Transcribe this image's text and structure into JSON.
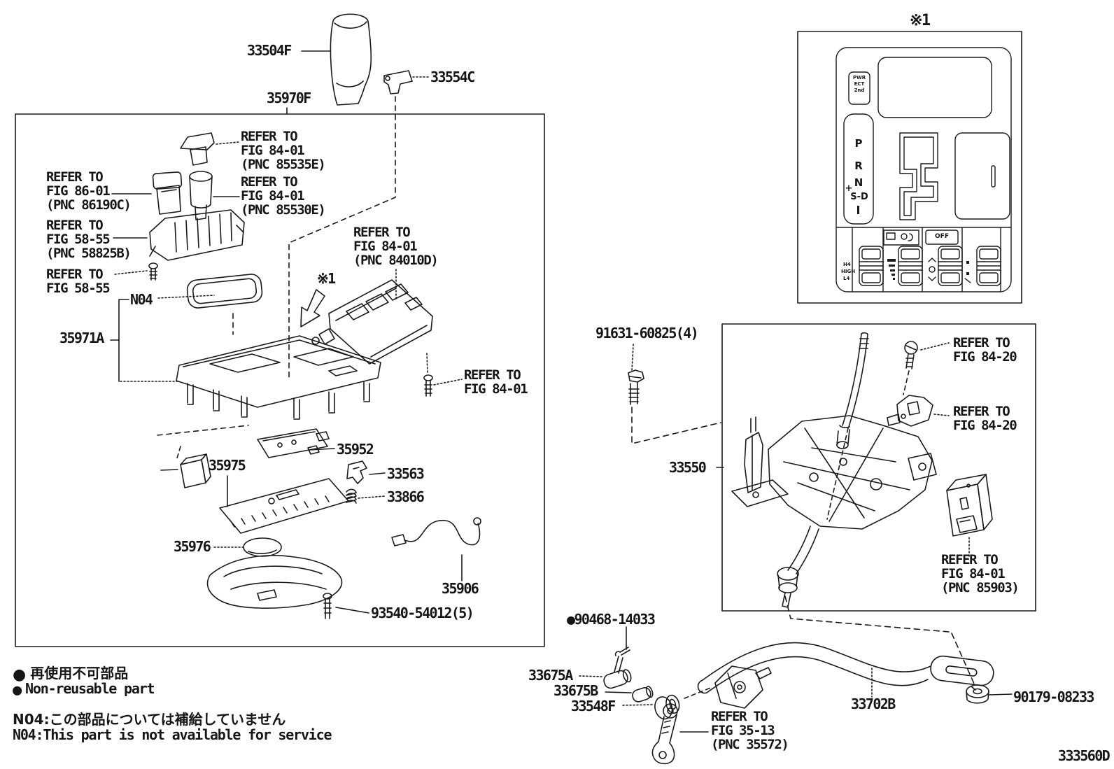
{
  "doc": {
    "number": "333560D"
  },
  "markers": {
    "note1_panel": "※1",
    "note1_inline": "※1",
    "bullet": "●"
  },
  "part_labels": {
    "p33504F": "33504F",
    "p33554C": "33554C",
    "p35970F": "35970F",
    "p35971A": "35971A",
    "pN04": "N04",
    "p35952": "35952",
    "p35975": "35975",
    "p33563": "33563",
    "p33866": "33866",
    "p35976": "35976",
    "p35906": "35906",
    "p93540": "93540-54012(5)",
    "p91631": "91631-60825(4)",
    "p33550": "33550",
    "p90468": "90468-14033",
    "p33675A": "33675A",
    "p33675B": "33675B",
    "p33548F": "33548F",
    "p33702B": "33702B",
    "p90179": "90179-08233"
  },
  "refs": {
    "fig8401_85535E": [
      "REFER TO",
      "FIG 84-01",
      "(PNC 85535E)"
    ],
    "fig8601_86190C": [
      "REFER TO",
      "FIG 86-01",
      "(PNC 86190C)"
    ],
    "fig8401_85530E": [
      "REFER TO",
      "FIG 84-01",
      "(PNC 85530E)"
    ],
    "fig5855_58825B": [
      "REFER TO",
      "FIG 58-55",
      "(PNC 58825B)"
    ],
    "fig5855": [
      "REFER TO",
      "FIG 58-55"
    ],
    "fig8401_84010D": [
      "REFER TO",
      "FIG 84-01",
      "(PNC 84010D)"
    ],
    "fig8401": [
      "REFER TO",
      "FIG 84-01"
    ],
    "fig8420_a": [
      "REFER TO",
      "FIG 84-20"
    ],
    "fig8420_b": [
      "REFER TO",
      "FIG 84-20"
    ],
    "fig8401_85903": [
      "REFER TO",
      "FIG 84-01",
      "(PNC 85903)"
    ],
    "fig3513_35572": [
      "REFER TO",
      "FIG 35-13",
      "(PNC 35572)"
    ]
  },
  "notes": {
    "jp_nonreusable": "再使用不可部品",
    "en_nonreusable": "Non-reusable part",
    "jp_n04": "N04:この部品については補給していません",
    "en_n04": "N04:This part is not available for service"
  },
  "shift_panel": {
    "mode_badge": [
      "PWR",
      "ECT",
      "2nd"
    ],
    "gears": [
      "P",
      "R",
      "N"
    ],
    "plus": "+",
    "sd": "S-D",
    "off": "OFF",
    "transfer": [
      "H4",
      "HIGH",
      "L4"
    ]
  },
  "colors": {
    "line": "#1a1a1a",
    "bg": "#ffffff"
  }
}
